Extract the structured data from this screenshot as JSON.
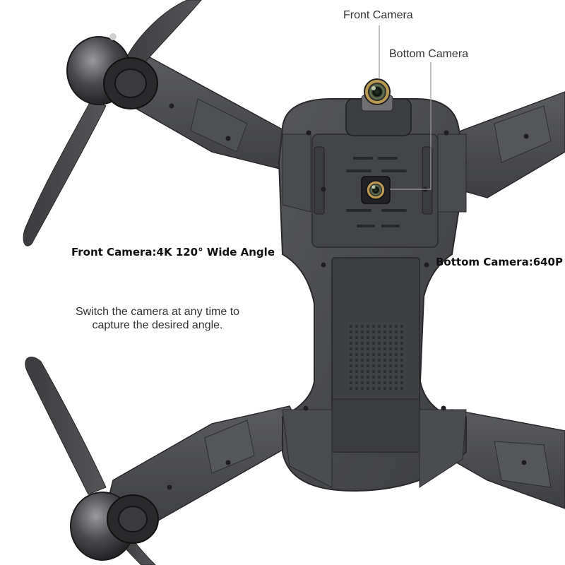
{
  "labels": {
    "front_camera_callout": "Front Camera",
    "bottom_camera_callout": "Bottom Camera",
    "front_camera_spec": "Front Camera:4K 120° Wide Angle",
    "bottom_camera_spec": "Bottom Camera:640P",
    "note_line1": "Switch the camera at any time to",
    "note_line2": "capture the desired angle."
  },
  "colors": {
    "body": "#4a4b4f",
    "body_dark": "#2f3033",
    "body_light": "#5d5e62",
    "callout_line": "#9a9a9a",
    "lens_ring": "#c9b06a"
  }
}
